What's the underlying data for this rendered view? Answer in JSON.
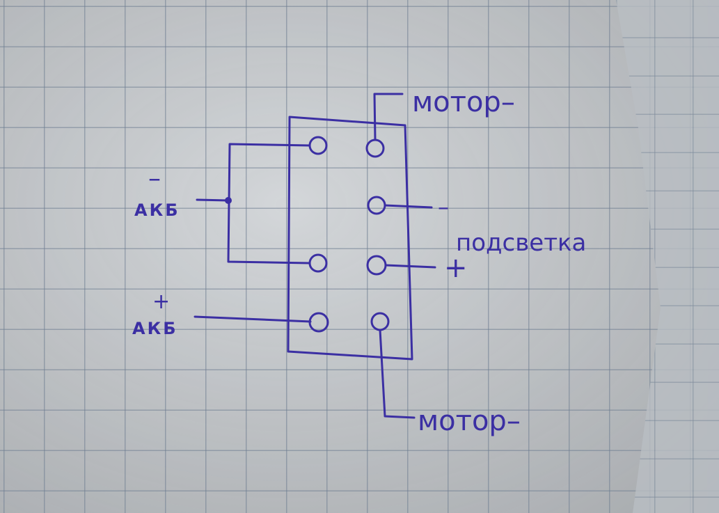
{
  "labels": {
    "motor_top": "мотор–",
    "motor_bottom": "мотор–",
    "akb_minus_sign": "–",
    "akb_minus": "АКБ",
    "akb_plus_sign": "+",
    "akb_plus": "АКБ",
    "backlight_minus": "–",
    "backlight": "подсветка",
    "backlight_plus": "+"
  },
  "colors": {
    "ink": "#3b2fa3",
    "paper": "#c4c8cc"
  }
}
